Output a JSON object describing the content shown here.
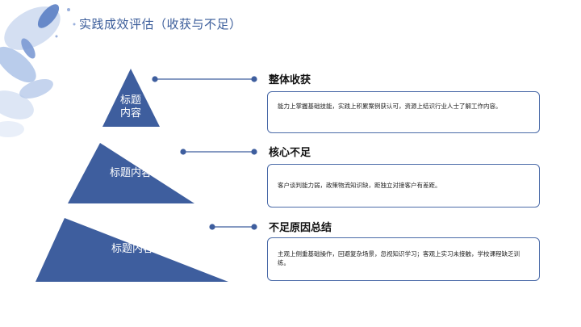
{
  "title": "实践成效评估（收获与不足）",
  "tiers": [
    {
      "label": "标题\n内容"
    },
    {
      "label": "标题内容"
    },
    {
      "label": "标题内容"
    }
  ],
  "items": [
    {
      "heading": "整体收获",
      "text": "能力上掌握基础技能，实践上积累案例获认可，资源上结识行业人士了解工作内容。"
    },
    {
      "heading": "核心不足",
      "text": "客户谈判能力弱，政策物流知识缺，距独立对接客户有差距。"
    },
    {
      "heading": "不足原因总结",
      "text": "主观上侧重基础操作，回避复杂场景，忽视知识学习；客观上实习未接触，学校课程缺乏训练。"
    }
  ],
  "colors": {
    "accent": "#3e5e9e",
    "title": "#3a5c9a"
  }
}
